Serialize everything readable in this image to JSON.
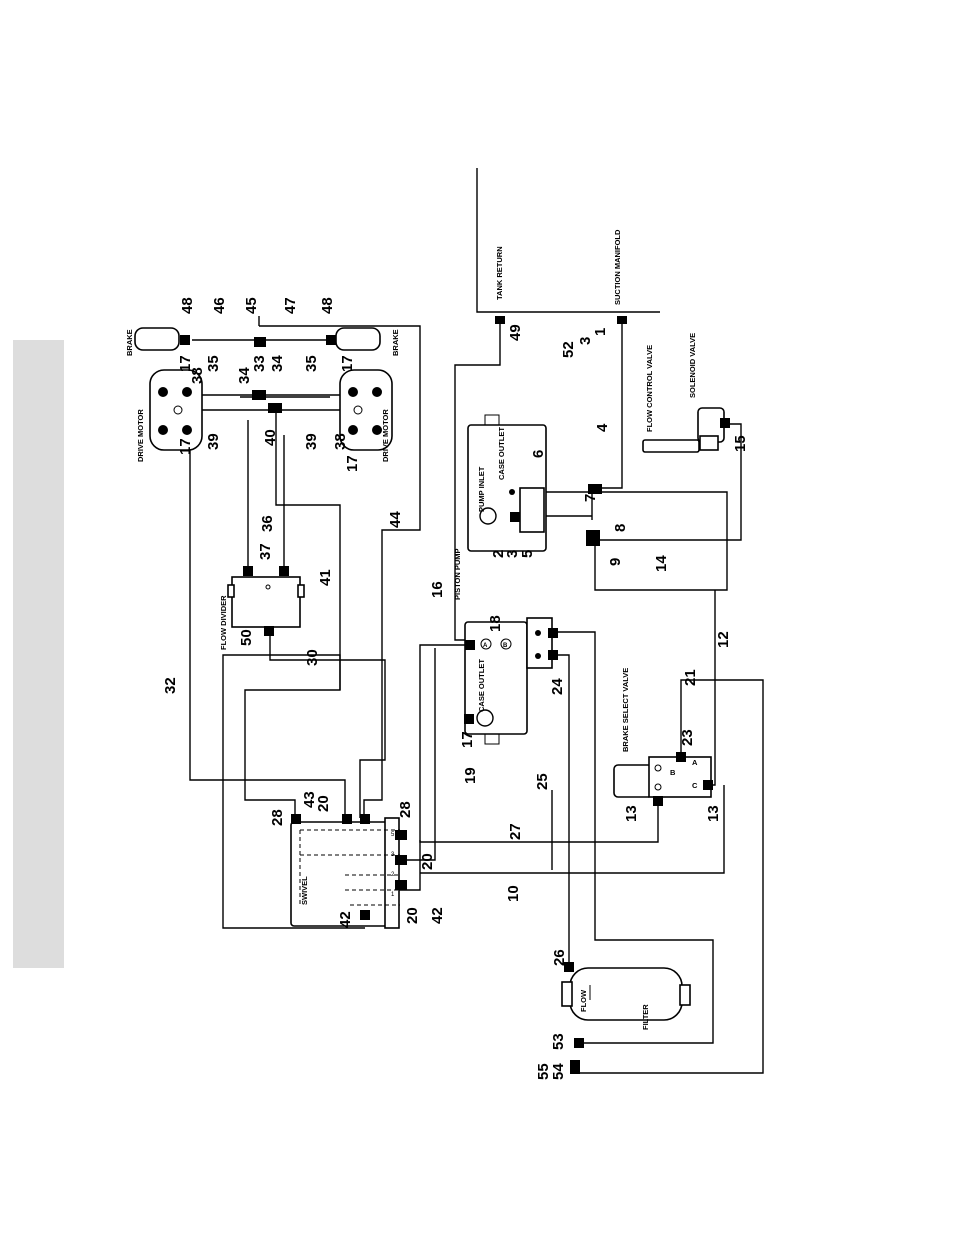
{
  "labels": {
    "brake_top": "BRAKE",
    "brake_bottom": "BRAKE",
    "drive_motor_top": "DRIVE MOTOR",
    "drive_motor_bottom": "DRIVE MOTOR",
    "tank_return": "TANK RETURN",
    "suction_manifold": "SUCTION MANIFOLD",
    "flow_control_valve": "FLOW CONTROL VALVE",
    "solenoid_valve": "SOLENOID VALVE",
    "pump_inlet": "PUMP INLET",
    "case_outlet_top": "CASE OUTLET",
    "piston_pump": "PISTON PUMP",
    "case_outlet_pump": "CASE OUTLET",
    "flow_divider": "FLOW DIVIDER",
    "brake_select_valve": "BRAKE SELECT VALVE",
    "swivel": "SWIVEL",
    "filter": "FILTER",
    "flow": "FLOW",
    "port_a": "A",
    "port_b": "B",
    "port_c": "C",
    "pump_port_a": "A",
    "pump_port_b": "B",
    "swivel_ports": [
      "1",
      "2",
      "3",
      "5"
    ]
  },
  "callouts": {
    "n1": "1",
    "n2": "2",
    "n3a": "3",
    "n3b": "3",
    "n4": "4",
    "n5": "5",
    "n6": "6",
    "n7": "7",
    "n8": "8",
    "n9": "9",
    "n10": "10",
    "n12": "12",
    "n13a": "13",
    "n13b": "13",
    "n14": "14",
    "n15": "15",
    "n16": "16",
    "n17a": "17",
    "n17b": "17",
    "n17c": "17",
    "n17d": "17",
    "n17e": "17",
    "n18": "18",
    "n19": "19",
    "n20a": "20",
    "n20b": "20",
    "n20c": "20",
    "n21": "21",
    "n23": "23",
    "n24": "24",
    "n25": "25",
    "n26": "26",
    "n27": "27",
    "n28a": "28",
    "n28b": "28",
    "n30": "30",
    "n32": "32",
    "n33": "33",
    "n34a": "34",
    "n34b": "34",
    "n35a": "35",
    "n35b": "35",
    "n36": "36",
    "n37": "37",
    "n38a": "38",
    "n38b": "38",
    "n39a": "39",
    "n39b": "39",
    "n40": "40",
    "n41": "41",
    "n42a": "42",
    "n42b": "42",
    "n43": "43",
    "n44": "44",
    "n45": "45",
    "n46": "46",
    "n47": "47",
    "n48a": "48",
    "n48b": "48",
    "n49": "49",
    "n50": "50",
    "n52": "52",
    "n53": "53",
    "n54": "54",
    "n55": "55"
  }
}
